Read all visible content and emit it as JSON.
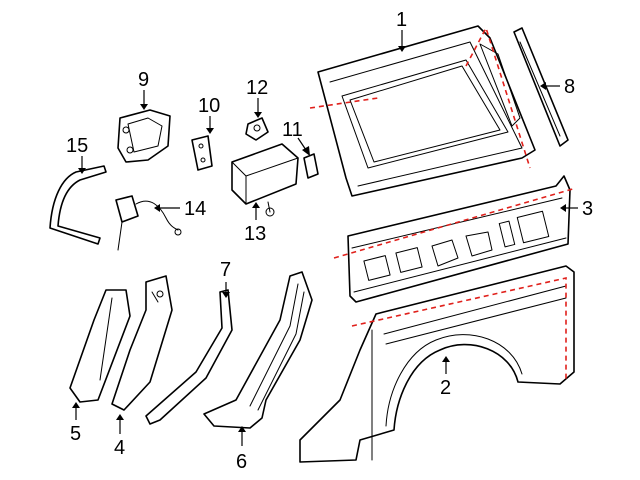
{
  "diagram": {
    "callouts": {
      "c1": "1",
      "c2": "2",
      "c3": "3",
      "c4": "4",
      "c5": "5",
      "c6": "6",
      "c7": "7",
      "c8": "8",
      "c9": "9",
      "c10": "10",
      "c11": "11",
      "c12": "12",
      "c13": "13",
      "c14": "14",
      "c15": "15"
    },
    "colors": {
      "outline": "#000000",
      "cut_line": "#e0201b",
      "background": "#ffffff"
    }
  }
}
